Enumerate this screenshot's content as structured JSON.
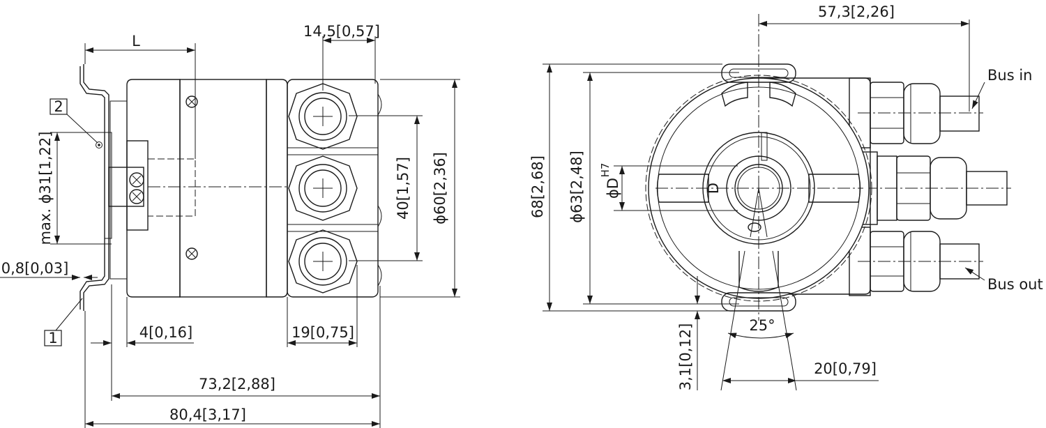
{
  "side_view": {
    "dim_L": "L",
    "dim_top_connector": "14,5[0,57]",
    "dim_shaft": "max. ϕ31[1,22]",
    "dim_sheet": "0,8[0,03]",
    "dim_flange": "4[0,16]",
    "dim_connector_width": "19[0,75]",
    "dim_length_1": "73,2[2,88]",
    "dim_length_2": "80,4[3,17]",
    "dim_pitch": "40[1,57]",
    "dim_diameter": "ϕ60[2,36]",
    "callout_1": "1",
    "callout_2": "2"
  },
  "front_view": {
    "dim_width": "57,3[2,26]",
    "dim_height": "68[2,68]",
    "dim_diameter": "ϕ63[2,48]",
    "dim_bore": "ϕD",
    "dim_bore_tol": "H7",
    "bore_label": "D",
    "angle": "25°",
    "dim_slot_depth": "3,1[0,12]",
    "dim_slot_width": "20[0,79]",
    "bus_in": "Bus in",
    "bus_out": "Bus out"
  }
}
